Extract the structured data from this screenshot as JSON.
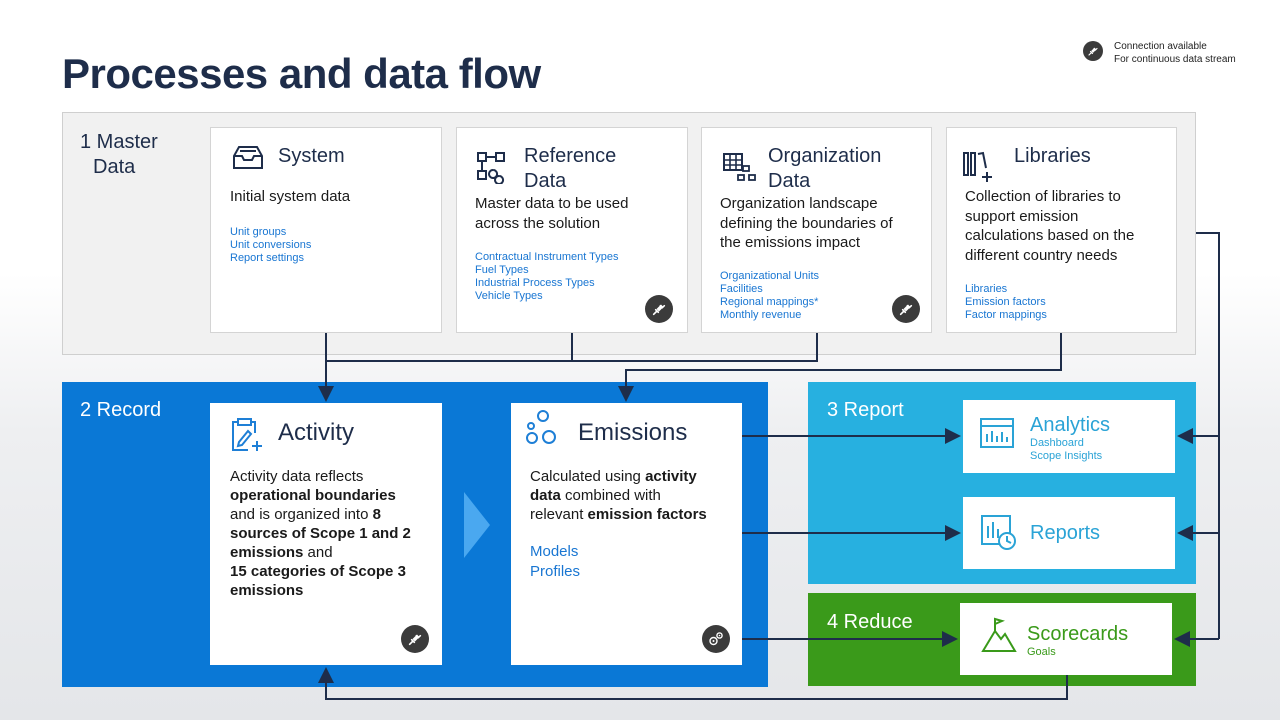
{
  "title": "Processes and data flow",
  "legend": {
    "icon": "plug-connection-icon",
    "line1": "Connection available",
    "line2": "For continuous data stream"
  },
  "master": {
    "label_line1": "1 Master",
    "label_line2": "Data",
    "cards": {
      "system": {
        "title": "System",
        "desc": "Initial system data",
        "links": [
          "Unit groups",
          "Unit conversions",
          "Report settings"
        ]
      },
      "reference": {
        "title_line1": "Reference",
        "title_line2": "Data",
        "desc_line1": "Master data to be used",
        "desc_line2": "across the solution",
        "links": [
          "Contractual Instrument Types",
          "Fuel Types",
          "Industrial Process Types",
          "Vehicle Types"
        ]
      },
      "organization": {
        "title_line1": "Organization",
        "title_line2": "Data",
        "desc_line1": "Organization landscape",
        "desc_line2": "defining the boundaries of",
        "desc_line3": "the emissions impact",
        "links": [
          "Organizational Units",
          "Facilities",
          "Regional mappings*",
          "Monthly revenue"
        ]
      },
      "libraries": {
        "title": "Libraries",
        "desc_line1": "Collection of libraries to",
        "desc_line2": "support emission",
        "desc_line3": "calculations based on the",
        "desc_line4": "different country needs",
        "links": [
          "Libraries",
          "Emission factors",
          "Factor mappings"
        ]
      }
    }
  },
  "record": {
    "label": "2 Record",
    "activity": {
      "title": "Activity",
      "l1": "Activity data reflects",
      "l2b": "operational boundaries",
      "l3a": "and is organized into ",
      "l3b": "8",
      "l4b": "sources of Scope 1 and 2",
      "l5b": "emissions",
      "l5a": " and",
      "l6b": "15 categories of Scope 3",
      "l7b": "emissions"
    },
    "emissions": {
      "title": "Emissions",
      "l1a": "Calculated using ",
      "l1b": "activity",
      "l2b": "data",
      "l2a": " combined with",
      "l3a": "relevant ",
      "l3b": "emission factors",
      "links": [
        "Models",
        "Profiles"
      ]
    }
  },
  "report": {
    "label": "3 Report",
    "analytics": {
      "title": "Analytics",
      "subs": [
        "Dashboard",
        "Scope Insights"
      ]
    },
    "reports": {
      "title": "Reports"
    }
  },
  "reduce": {
    "label": "4 Reduce",
    "scorecards": {
      "title": "Scorecards",
      "sub": "Goals"
    }
  },
  "colors": {
    "navy": "#1e2d4a",
    "record_blue": "#0a78d6",
    "report_cyan": "#27b0e0",
    "reduce_green": "#3a9a1a",
    "link_blue": "#1976d2"
  }
}
